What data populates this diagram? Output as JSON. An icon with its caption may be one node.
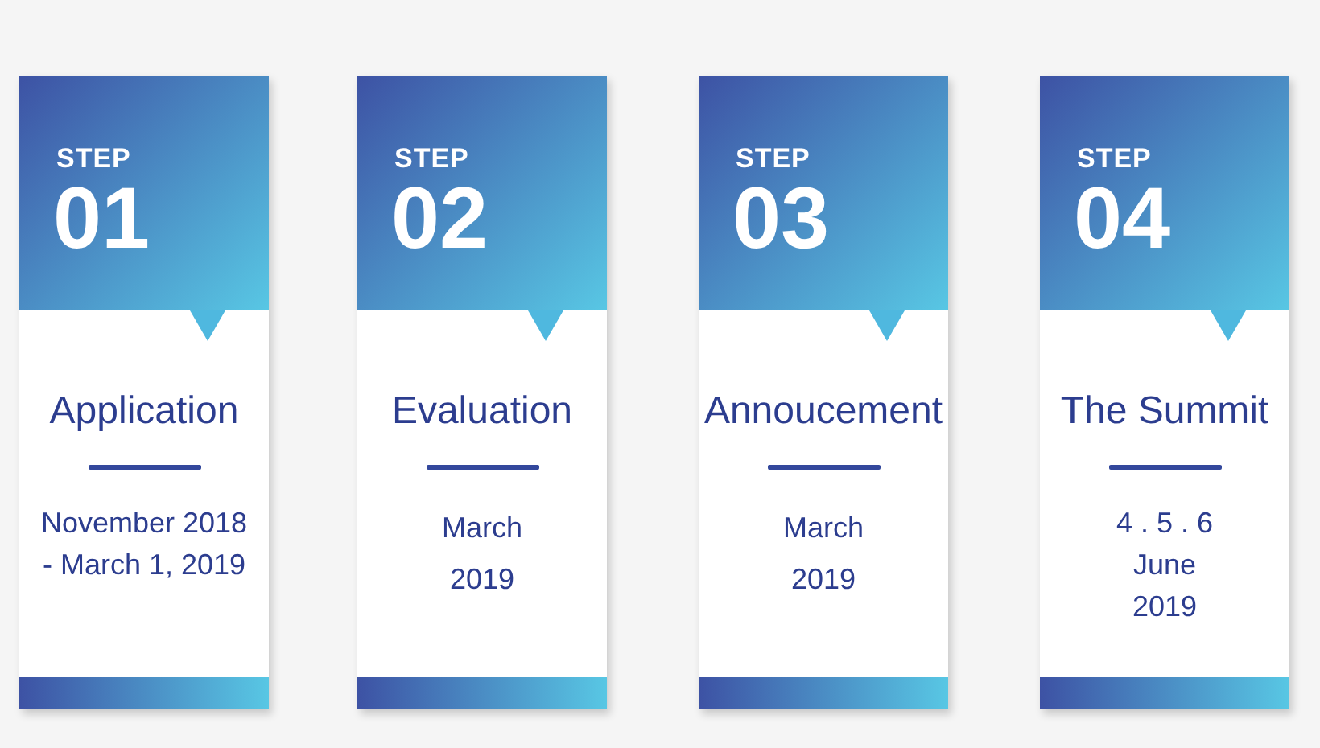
{
  "diagram": {
    "nodes": [
      {
        "text": [
          "STEP",
          "01",
          "Application",
          "November 2018 - March 1, 2019"
        ]
      },
      {
        "text": [
          "STEP",
          "02",
          "Evaluation",
          "March 2019"
        ]
      },
      {
        "text": [
          "STEP",
          "03",
          "Annoucement",
          "March 2019"
        ]
      },
      {
        "text": [
          "STEP",
          "04",
          "The Summit",
          "4 . 5 . 6 June 2019"
        ]
      }
    ]
  }
}
